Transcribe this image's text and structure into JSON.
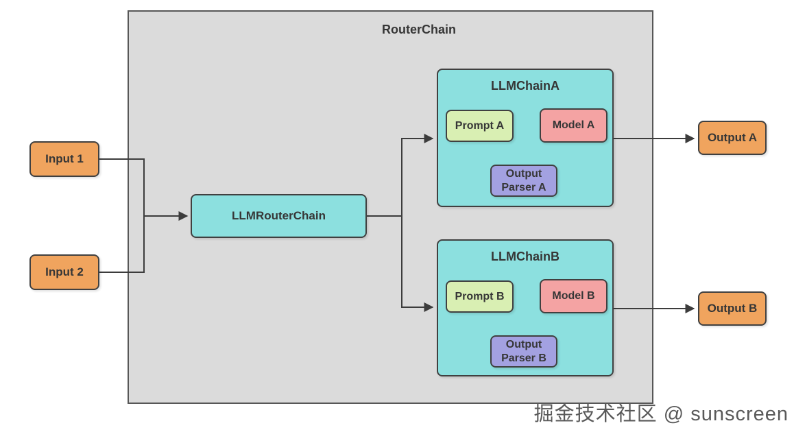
{
  "diagram": {
    "title": "RouterChain",
    "watermark": "掘金技术社区 @ sunscreen",
    "nodes": {
      "input1": "Input 1",
      "input2": "Input 2",
      "router": "LLMRouterChain",
      "chainA": {
        "title": "LLMChainA",
        "prompt": "Prompt A",
        "model": "Model A",
        "parser": [
          "Output",
          "Parser A"
        ]
      },
      "chainB": {
        "title": "LLMChainB",
        "prompt": "Prompt B",
        "model": "Model B",
        "parser": [
          "Output",
          "Parser B"
        ]
      },
      "outputA": "Output A",
      "outputB": "Output B"
    },
    "colors": {
      "canvas-bg": "#ffffff",
      "container-bg": "#dbdbdb",
      "container-border": "#575757",
      "io-box": "#f0a45e",
      "chain-box": "#8ce0df",
      "prompt-box": "#d9efb3",
      "model-box": "#f4a3a3",
      "parser-box": "#a3a1e1",
      "box-border": "#404040",
      "line": "#3c3c3c",
      "text": "#363636",
      "watermark-text": "#595959"
    }
  }
}
